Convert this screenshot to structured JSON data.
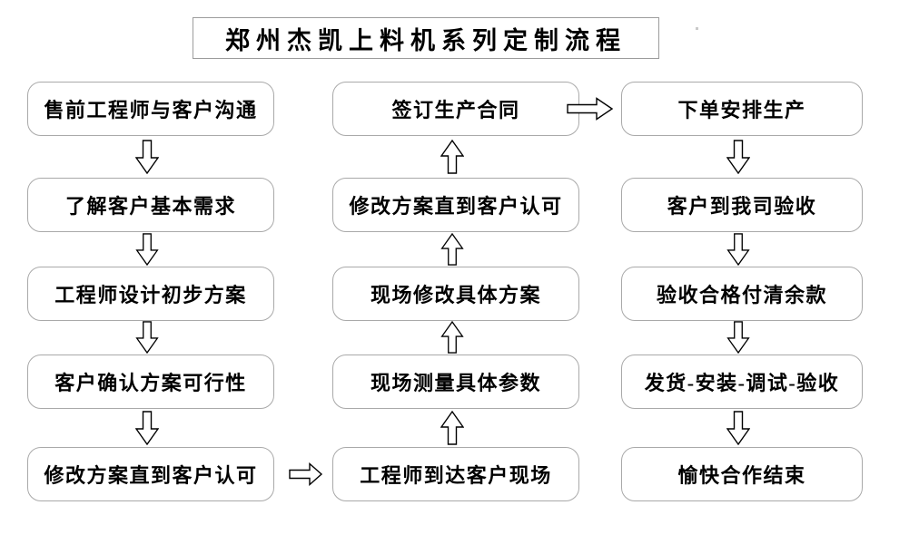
{
  "title": "郑州杰凯上料机系列定制流程",
  "columns": {
    "left": {
      "flow": "top-to-bottom",
      "steps": [
        "售前工程师与客户沟通",
        "了解客户基本需求",
        "工程师设计初步方案",
        "客户确认方案可行性",
        "修改方案直到客户认可"
      ]
    },
    "middle": {
      "flow": "bottom-to-top",
      "steps": [
        "签订生产合同",
        "修改方案直到客户认可",
        "现场修改具体方案",
        "现场测量具体参数",
        "工程师到达客户现场"
      ]
    },
    "right": {
      "flow": "top-to-bottom",
      "steps": [
        "下单安排生产",
        "客户到我司验收",
        "验收合格付清余款",
        "发货-安装-调试-验收",
        "愉快合作结束"
      ]
    }
  },
  "connectors": {
    "left_column_arrows": "down",
    "middle_column_arrows": "up",
    "right_column_arrows": "down",
    "left_to_middle": "right",
    "middle_to_right": "right"
  },
  "colors": {
    "background": "#ffffff",
    "box_border": "#a9a9a9",
    "title_border": "#9c9c9c",
    "text": "#000000",
    "arrow_stroke": "#000000",
    "arrow_fill": "#ffffff"
  }
}
